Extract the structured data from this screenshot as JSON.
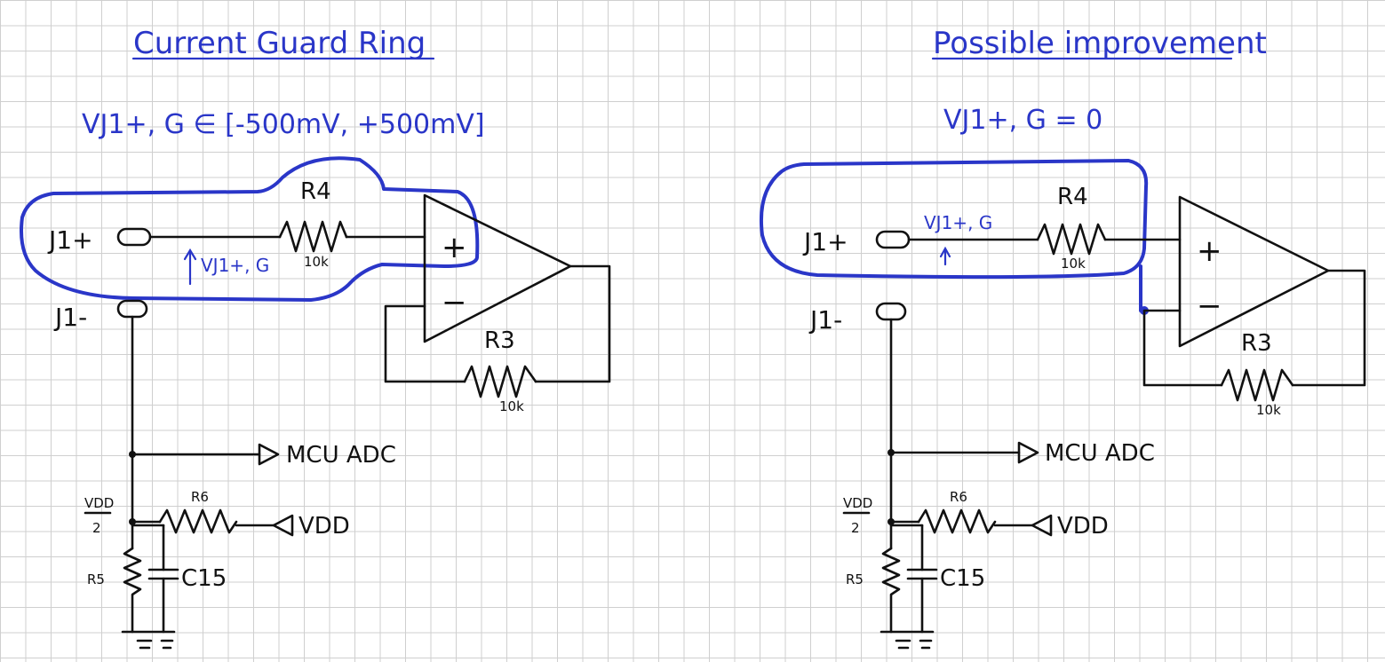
{
  "left": {
    "title": "Current Guard Ring",
    "equation": "VJ1+, G ∈ [-500mV, +500mV]",
    "j1p": "J1+",
    "j1m": "J1-",
    "r4": "R4",
    "r4_val": "10k",
    "r3": "R3",
    "r3_val": "10k",
    "plus": "+",
    "minus": "−",
    "vj_label": "VJ1+, G",
    "mcu_adc": "MCU ADC",
    "vdd": "VDD",
    "r6": "R6",
    "r5": "R5",
    "c15": "C15",
    "vdd_half_num": "VDD",
    "vdd_half_den": "2"
  },
  "right": {
    "title": "Possible improvement",
    "equation": "VJ1+, G = 0",
    "j1p": "J1+",
    "j1m": "J1-",
    "r4": "R4",
    "r4_val": "10k",
    "r3": "R3",
    "r3_val": "10k",
    "plus": "+",
    "minus": "−",
    "vj_label": "VJ1+, G",
    "mcu_adc": "MCU ADC",
    "vdd": "VDD",
    "r6": "R6",
    "r5": "R5",
    "c15": "C15",
    "vdd_half_num": "VDD",
    "vdd_half_den": "2"
  },
  "colors": {
    "ink": "#111111",
    "guard_ring": "#2a36c8",
    "grid": "#cfcfcf"
  }
}
